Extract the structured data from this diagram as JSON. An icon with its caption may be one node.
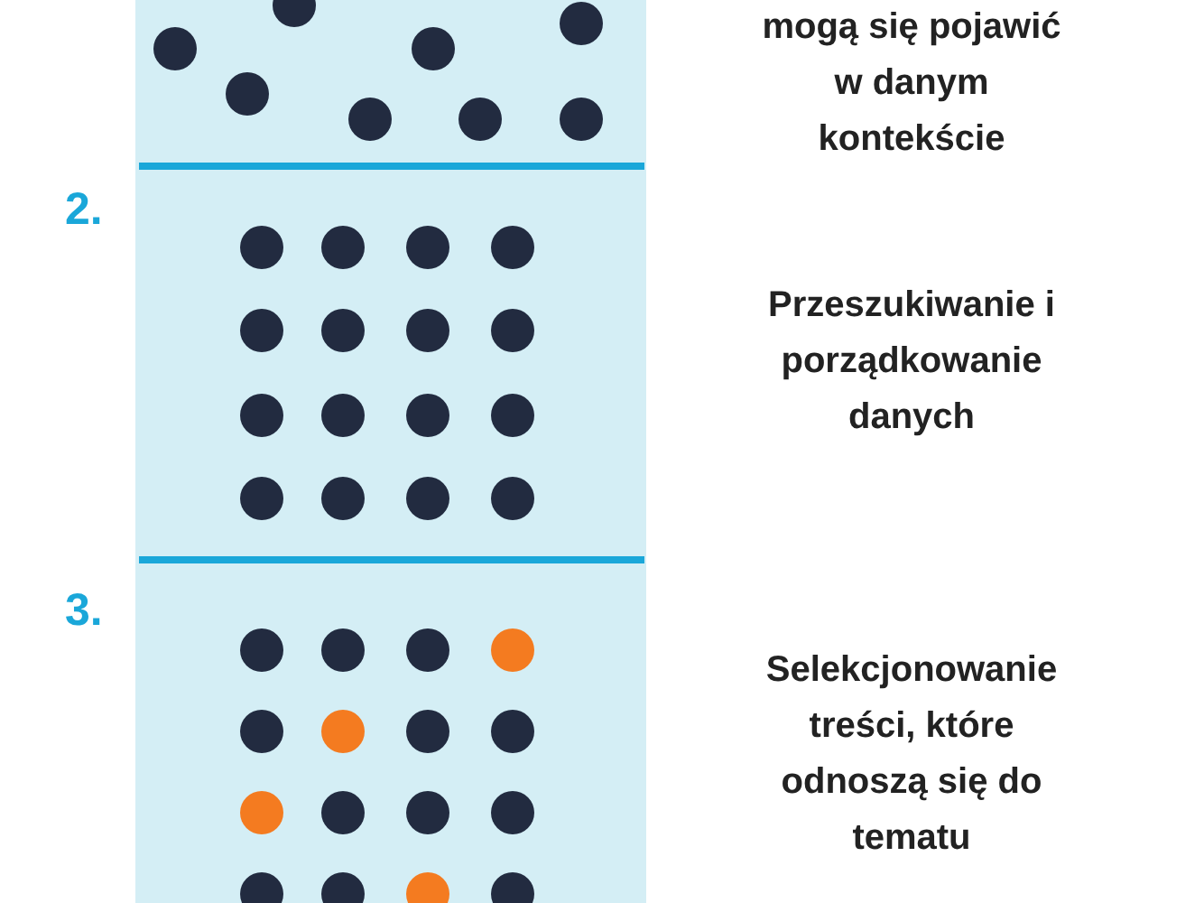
{
  "diagram": {
    "labels": [
      "mogą się pojawić w danym kontekście",
      "2.",
      "Przeszukiwanie i porządkowanie danych",
      "3.",
      "Selekcjonowanie treści, które odnoszą się do tematu"
    ]
  }
}
